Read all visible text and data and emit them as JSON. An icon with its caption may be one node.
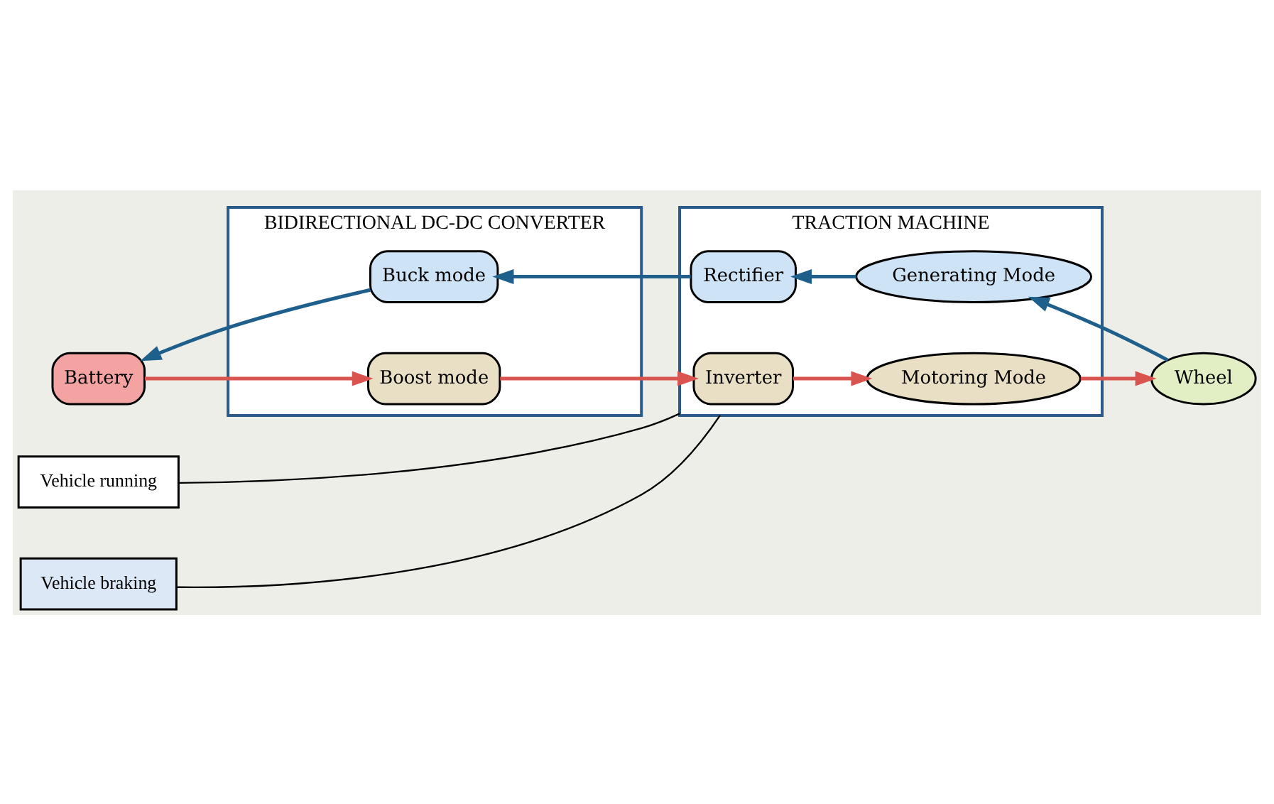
{
  "diagram": {
    "nodes": [
      {
        "text": [
          "Battery"
        ]
      },
      {
        "text": [
          "BIDIRECTIONAL DC-DC CONVERTER"
        ]
      },
      {
        "text": [
          "Boost mode"
        ],
        "in": 1
      },
      {
        "text": [
          "Buck mode"
        ],
        "in": 1
      },
      {
        "text": [
          "TRACTION MACHINE"
        ]
      },
      {
        "text": [
          "Inverter"
        ],
        "in": 4
      },
      {
        "text": [
          "Motoring Mode"
        ],
        "in": 4
      },
      {
        "text": [
          "Rectifier"
        ],
        "in": 4
      },
      {
        "text": [
          "Generating Mode"
        ],
        "in": 4
      },
      {
        "text": [
          "Wheel"
        ]
      },
      {
        "text": [
          "Vehicle running"
        ]
      },
      {
        "text": [
          "Vehicle braking"
        ]
      }
    ],
    "edges": [
      {
        "from": 0,
        "to": 2,
        "arrow": "to",
        "color": "#d9534f"
      },
      {
        "from": 2,
        "to": 5,
        "arrow": "to",
        "color": "#d9534f"
      },
      {
        "from": 5,
        "to": 6,
        "arrow": "to",
        "color": "#d9534f"
      },
      {
        "from": 6,
        "to": 9,
        "arrow": "to",
        "color": "#d9534f"
      },
      {
        "from": 9,
        "to": 8,
        "arrow": "to",
        "color": "#1f5f8b"
      },
      {
        "from": 8,
        "to": 7,
        "arrow": "to",
        "color": "#1f5f8b"
      },
      {
        "from": 7,
        "to": 3,
        "arrow": "to",
        "color": "#1f5f8b"
      },
      {
        "from": 3,
        "to": 0,
        "arrow": "to",
        "color": "#1f5f8b"
      },
      {
        "from": 10,
        "to": 4,
        "arrow": "none",
        "color": "#000000"
      },
      {
        "from": 11,
        "to": 4,
        "arrow": "none",
        "color": "#000000"
      }
    ]
  }
}
